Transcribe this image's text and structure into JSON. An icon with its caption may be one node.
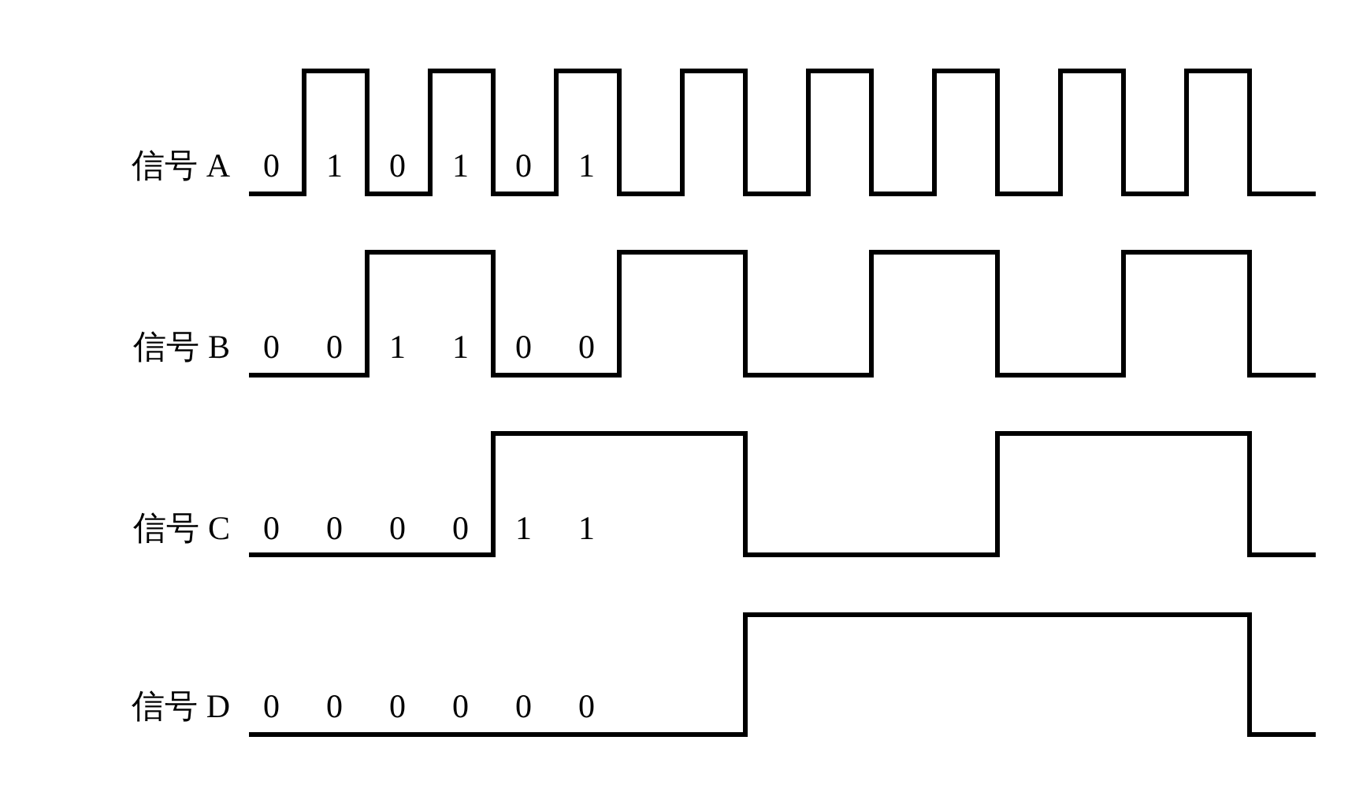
{
  "diagram": {
    "labels": [
      "信号 A",
      "0",
      "1",
      "0",
      "1",
      "0",
      "1",
      "信号 B",
      "0",
      "0",
      "1",
      "1",
      "0",
      "0",
      "信号 C",
      "0",
      "0",
      "0",
      "0",
      "1",
      "1",
      "信号 D",
      "0",
      "0",
      "0",
      "0",
      "0",
      "0"
    ]
  }
}
